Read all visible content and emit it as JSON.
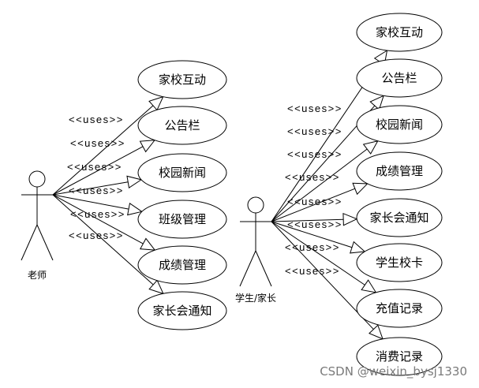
{
  "relationship_label": "<<uses>>",
  "teacher": {
    "name": "老师",
    "use_cases": [
      "家校互动",
      "公告栏",
      "校园新闻",
      "班级管理",
      "成绩管理",
      "家长会通知"
    ]
  },
  "student_parent": {
    "name": "学生/家长",
    "use_cases": [
      "家校互动",
      "公告栏",
      "校园新闻",
      "成绩管理",
      "家长会通知",
      "学生校卡",
      "充值记录",
      "消费记录"
    ]
  },
  "watermark": "CSDN @weixin_bysj1330"
}
